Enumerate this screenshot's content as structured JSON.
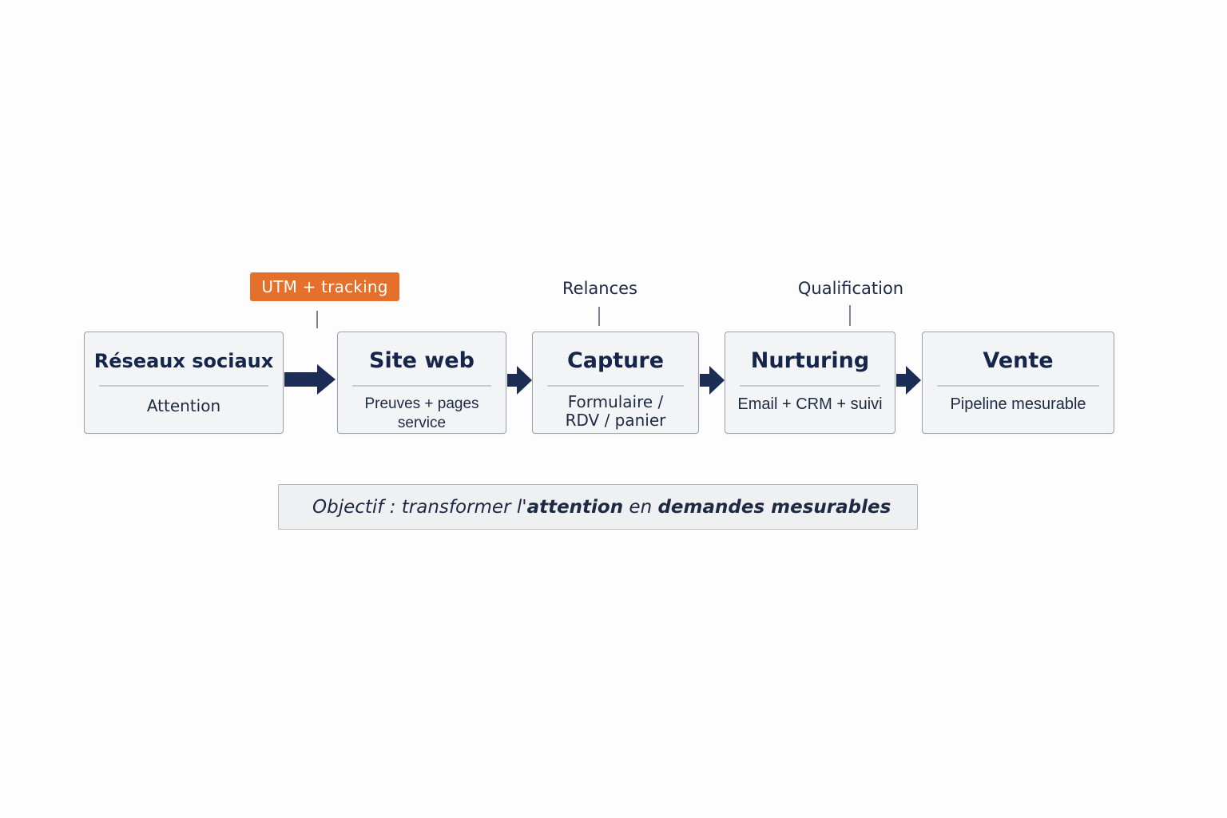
{
  "annotations": {
    "utm": "UTM + tracking",
    "relances": "Relances",
    "qualification": "Qualification"
  },
  "steps": [
    {
      "title": "Réseaux sociaux",
      "subtitle": "Attention"
    },
    {
      "title": "Site web",
      "subtitle": "Preuves + pages service"
    },
    {
      "title": "Capture",
      "subtitle_line1": "Formulaire /",
      "subtitle_line2": "RDV / panier"
    },
    {
      "title": "Nurturing",
      "subtitle": "Email + CRM + suivi"
    },
    {
      "title": "Vente",
      "subtitle": "Pipeline mesurable"
    }
  ],
  "objective": {
    "part1": "Objectif : transformer l'",
    "part2": "attention",
    "part3": " en ",
    "part4": "demandes mesurables"
  },
  "colors": {
    "accent": "#e4702c",
    "arrow": "#1b2c55",
    "box_bg": "#f3f4f6",
    "box_border": "#9aa2ae",
    "text": "#15264a"
  }
}
